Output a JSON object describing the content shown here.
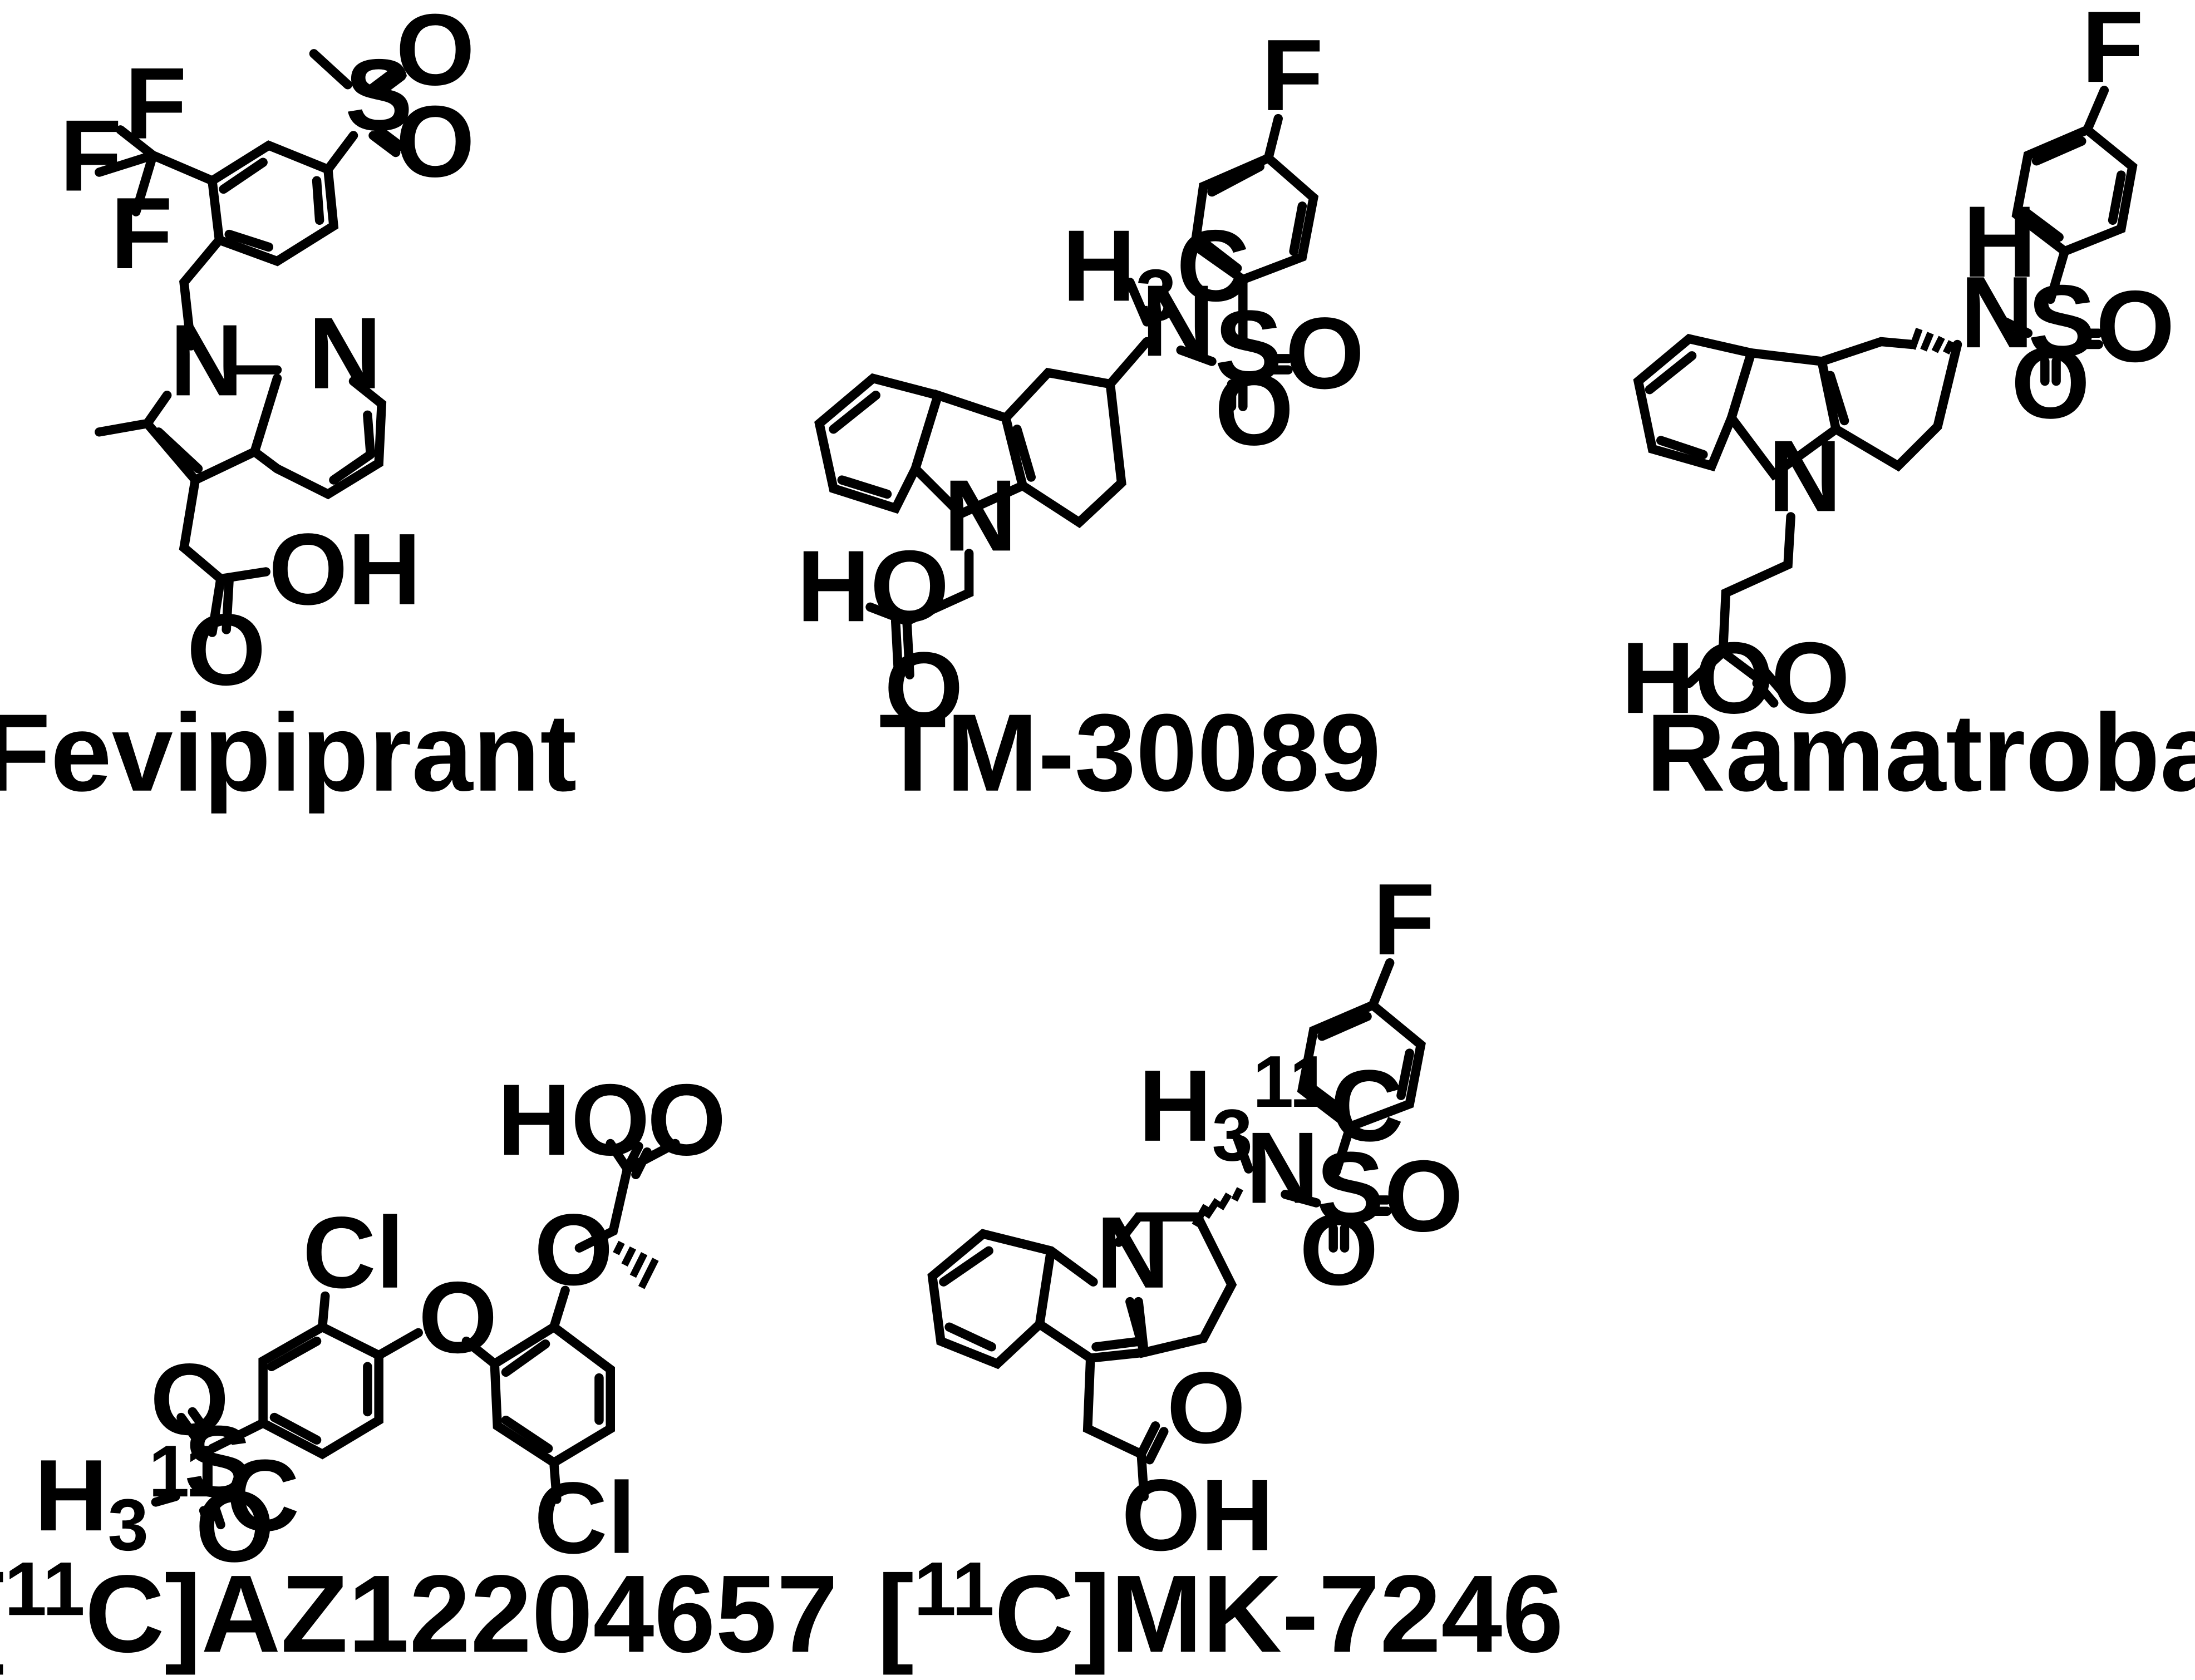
{
  "figure": {
    "compounds": [
      {
        "name": "Fevipiprant"
      },
      {
        "name": "TM-30089"
      },
      {
        "name": "Ramatroban"
      },
      {
        "name_pre": "[",
        "name_sup": "11",
        "name_post": "C]AZ12204657"
      },
      {
        "name_pre": "[",
        "name_sup": "11",
        "name_post": "C]MK-7246"
      }
    ]
  },
  "atoms": {
    "o": "O",
    "s": "S",
    "n": "N",
    "f": "F",
    "cl": "Cl",
    "oh": "OH",
    "ho": "HO",
    "h": "H",
    "c": "C",
    "h3": "H",
    "sub3": "3",
    "sup11": "11"
  }
}
